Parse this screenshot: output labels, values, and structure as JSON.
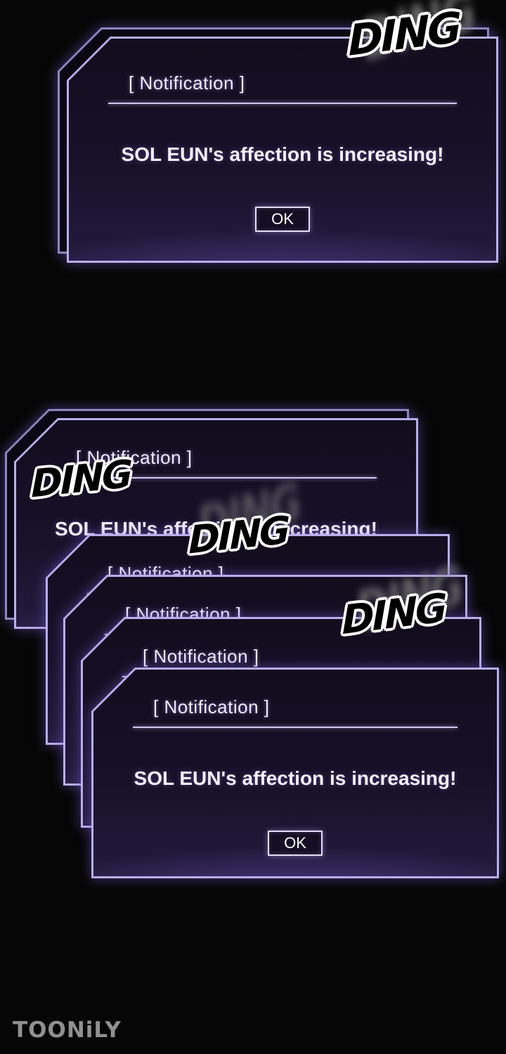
{
  "notification": {
    "header": "[ Notification ]",
    "body": "SOL EUN's affection is increasing!",
    "ok": "OK"
  },
  "sfx": {
    "ding": "DING"
  },
  "watermark": {
    "label": "TOONiLY"
  },
  "colors": {
    "border": "#b7aeea",
    "border-dim": "#8d85c0",
    "dialog-bg-top": "#110d1d",
    "dialog-bg-bottom": "#241b3e",
    "glow": "#7d64e6",
    "text": "#f4f1ff"
  }
}
